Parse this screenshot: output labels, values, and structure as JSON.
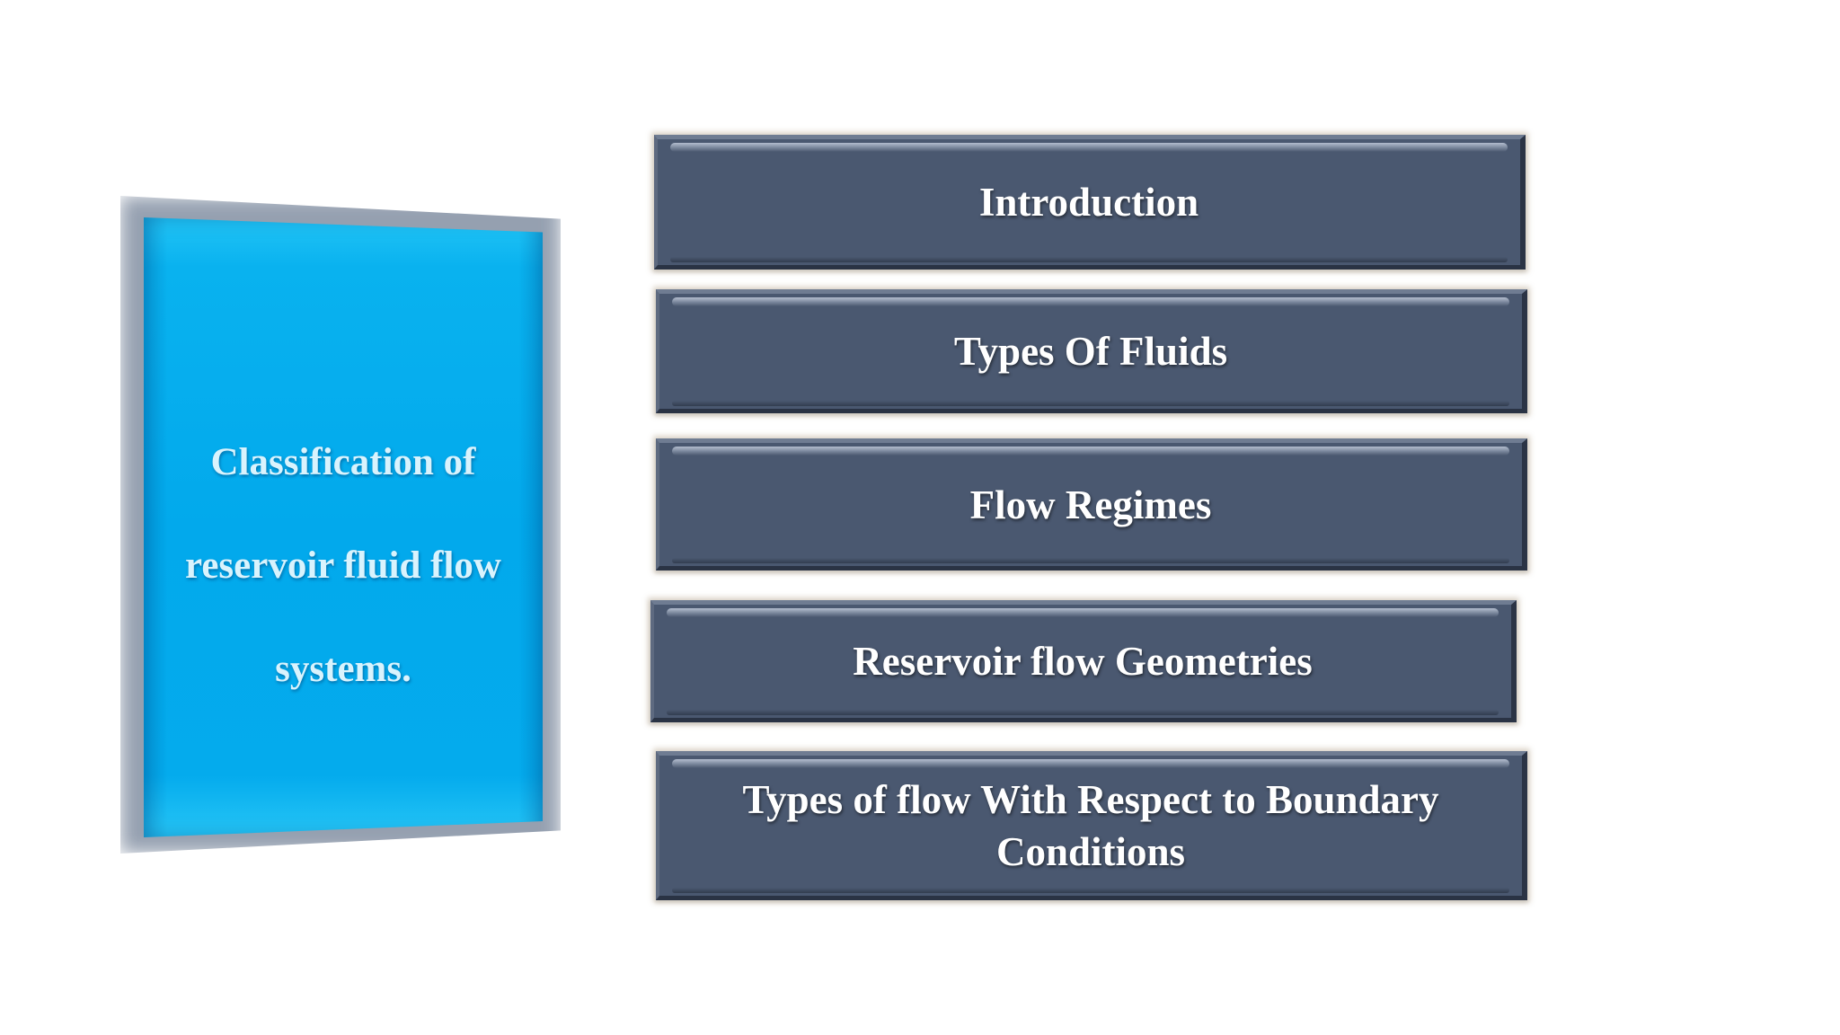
{
  "panel": {
    "lines": [
      "Classification of",
      "reservoir fluid flow",
      "systems."
    ],
    "color": "#02a9ec",
    "text_color": "#d9f3fd"
  },
  "bars": {
    "color": "#4a5870",
    "text_color": "#ffffff",
    "items": [
      {
        "label": "Introduction"
      },
      {
        "label": "Types Of Fluids"
      },
      {
        "label": "Flow Regimes"
      },
      {
        "label": "Reservoir flow Geometries"
      },
      {
        "label": "Types of flow With Respect to Boundary Conditions"
      }
    ]
  }
}
